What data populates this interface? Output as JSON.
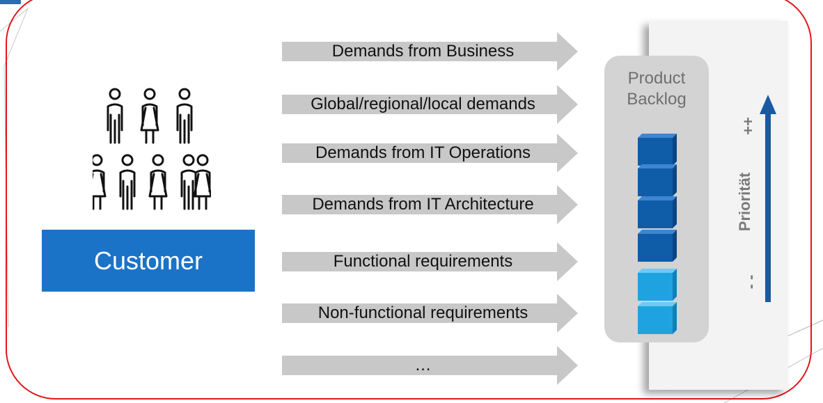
{
  "customer": {
    "label": "Customer"
  },
  "arrows": [
    {
      "label": "Demands from Business"
    },
    {
      "label": "Global/regional/local  demands"
    },
    {
      "label": "Demands from IT Operations"
    },
    {
      "label": "Demands from IT Architecture"
    },
    {
      "label": "Functional requirements"
    },
    {
      "label": "Non-functional requirements"
    },
    {
      "label": "…"
    }
  ],
  "backlog": {
    "title_line1": "Product",
    "title_line2": "Backlog",
    "items": [
      {
        "shade": "dark"
      },
      {
        "shade": "dark"
      },
      {
        "shade": "dark"
      },
      {
        "shade": "dark"
      },
      {
        "shade": "light"
      },
      {
        "shade": "light"
      }
    ]
  },
  "priority": {
    "label": "Priorität",
    "high": "++",
    "low": "- -"
  },
  "colors": {
    "frame": "#e0161c",
    "customer_box": "#1a73c6",
    "arrow_fill": "#c8c8c8",
    "item_dark": "#0f5ca8",
    "item_light": "#1fa3e0",
    "priority_arrow": "#1a5aa0"
  }
}
